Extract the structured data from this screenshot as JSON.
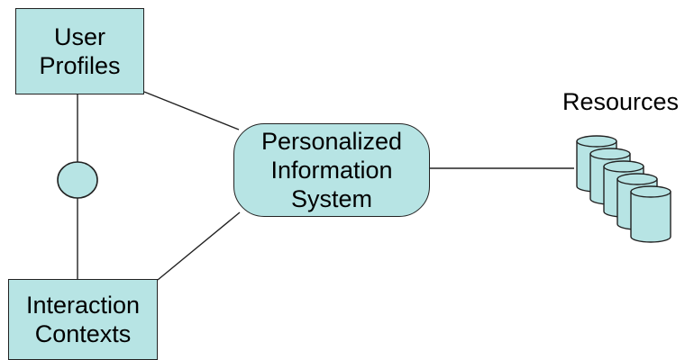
{
  "nodes": {
    "user_profiles": "User\nProfiles",
    "interaction_contexts": "Interaction\nContexts",
    "personalized_information_system": "Personalized\nInformation\nSystem"
  },
  "resources": {
    "label": "Resources",
    "database_count": 5
  },
  "colors": {
    "node_fill": "#b7e4e4",
    "stroke": "#222222"
  }
}
